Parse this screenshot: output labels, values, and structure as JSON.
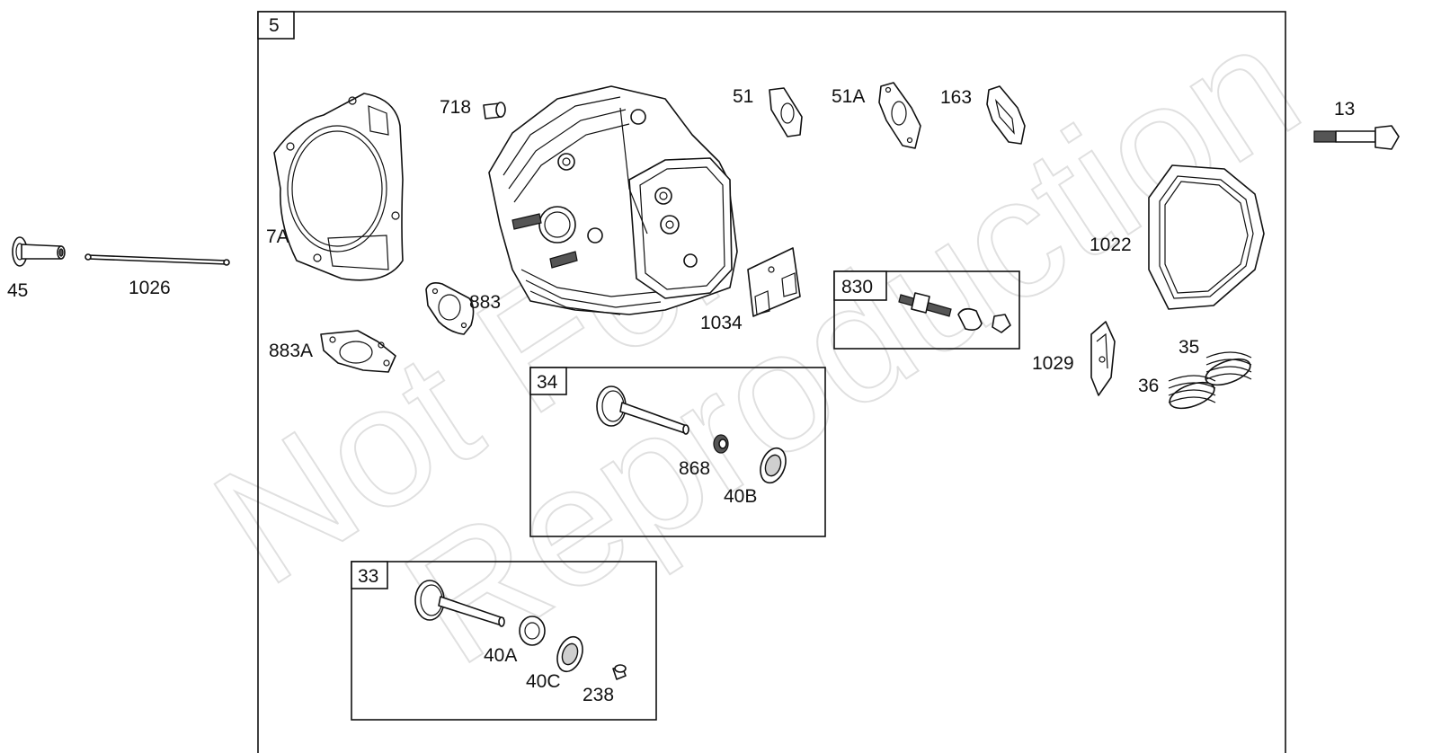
{
  "watermark": {
    "line1": "Not For",
    "line2": "Reproduction"
  },
  "frame": {
    "main_callout": "5"
  },
  "subassemblies": {
    "intake_valve": "34",
    "exhaust_valve": "33",
    "breather": "830"
  },
  "callouts": {
    "c45": "45",
    "c1026": "1026",
    "c7A": "7A",
    "c718": "718",
    "c883": "883",
    "c883A": "883A",
    "c51": "51",
    "c51A": "51A",
    "c163": "163",
    "c1034": "1034",
    "c13": "13",
    "c1022": "1022",
    "c1029": "1029",
    "c35": "35",
    "c36": "36",
    "c868": "868",
    "c40B": "40B",
    "c40A": "40A",
    "c40C": "40C",
    "c238": "238"
  }
}
